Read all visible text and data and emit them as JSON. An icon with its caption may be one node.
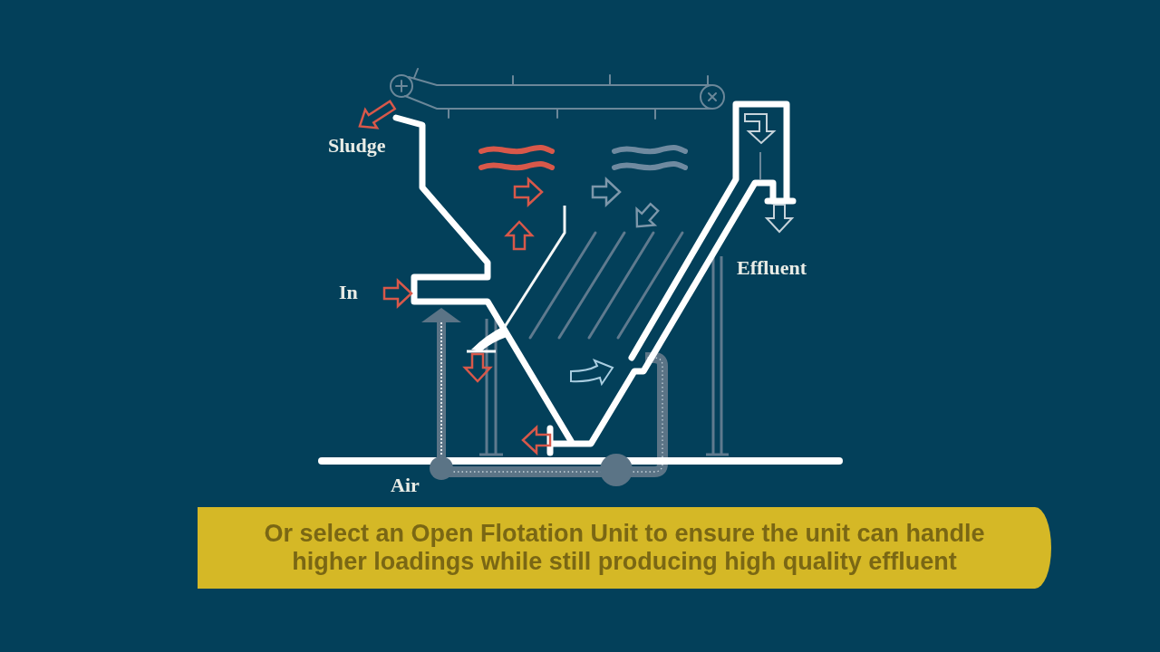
{
  "diagram": {
    "caption": "Or select an Open Flotation Unit to ensure the unit can handle higher loadings while still producing high quality effluent",
    "labels": [
      "Sludge",
      "Effluent",
      "In",
      "Air"
    ]
  }
}
